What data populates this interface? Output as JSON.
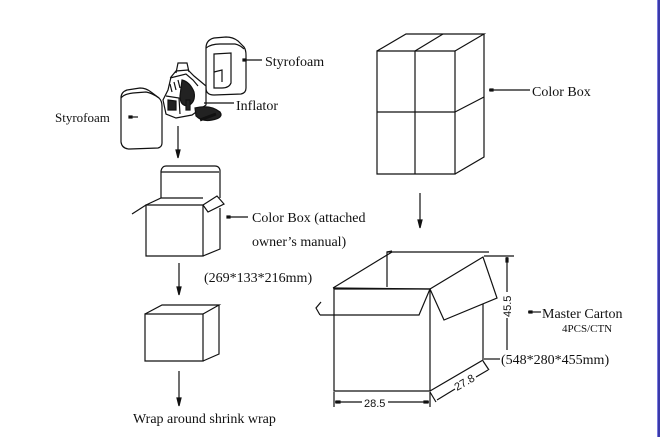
{
  "labels": {
    "styrofoam_right": "Styrofoam",
    "styrofoam_left": "Styrofoam",
    "inflator": "Inflator",
    "color_box_line1": "Color Box (attached",
    "color_box_line2": "owner’s manual)",
    "color_box_size": "(269*133*216mm)",
    "shrink_wrap": "Wrap around shrink wrap",
    "color_box_stack": "Color Box",
    "master_carton": "Master Carton",
    "master_carton_qty": "4PCS/CTN",
    "master_carton_size": "(548*280*455mm)"
  },
  "dimensions": {
    "width": "28.5",
    "depth": "27.8",
    "height": "45.5"
  },
  "colors": {
    "line": "#111111",
    "edge": "#3a3aa8"
  }
}
